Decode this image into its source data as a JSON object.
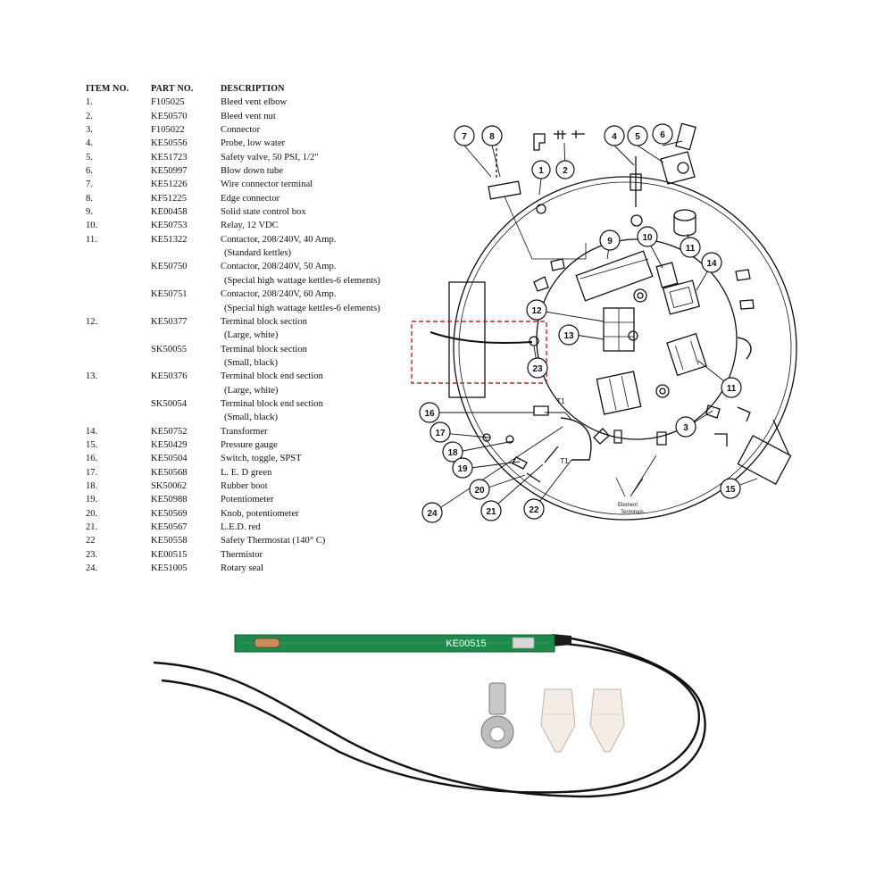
{
  "table": {
    "headers": {
      "item": "ITEM NO.",
      "part": "PART NO.",
      "desc": "DESCRIPTION"
    },
    "rows": [
      {
        "item": "1.",
        "part": "F105025",
        "desc": "Bleed vent elbow"
      },
      {
        "item": "2.",
        "part": "KE50570",
        "desc": "Bleed vent nut"
      },
      {
        "item": "3.",
        "part": "F105022",
        "desc": "Connector"
      },
      {
        "item": "4.",
        "part": "KE50556",
        "desc": "Probe, low water"
      },
      {
        "item": "5.",
        "part": "KE51723",
        "desc": "Safety valve, 50 PSI, 1/2\""
      },
      {
        "item": "6.",
        "part": "KE50997",
        "desc": "Blow down tube"
      },
      {
        "item": "7.",
        "part": "KE51226",
        "desc": "Wire connector terminal"
      },
      {
        "item": "8.",
        "part": "KF51225",
        "desc": "Edge connector"
      },
      {
        "item": "9.",
        "part": "KE00458",
        "desc": "Solid state control box"
      },
      {
        "item": "10.",
        "part": "KE50753",
        "desc": "Relay, 12 VDC"
      },
      {
        "item": "11.",
        "part": "KE51322",
        "desc": "Contactor, 208/240V, 40 Amp."
      },
      {
        "item": "",
        "part": "",
        "desc": "(Standard kettles)"
      },
      {
        "item": "",
        "part": "KE50750",
        "desc": "Contactor, 208/240V, 50 Amp."
      },
      {
        "item": "",
        "part": "",
        "desc": "(Special high wattage kettles-6 elements)"
      },
      {
        "item": "",
        "part": "KE50751",
        "desc": "Contactor, 208/240V, 60 Amp."
      },
      {
        "item": "",
        "part": "",
        "desc": "(Special high wattage kettles-6 elements)"
      },
      {
        "item": "12.",
        "part": "KE50377",
        "desc": "Terminal block section"
      },
      {
        "item": "",
        "part": "",
        "desc": "(Large, white)"
      },
      {
        "item": "",
        "part": "SK50055",
        "desc": "Terminal block section"
      },
      {
        "item": "",
        "part": "",
        "desc": "(Small, black)"
      },
      {
        "item": "13.",
        "part": "KE50376",
        "desc": "Terminal block end section"
      },
      {
        "item": "",
        "part": "",
        "desc": "(Large, white)"
      },
      {
        "item": "",
        "part": "SK50054",
        "desc": "Terminal block end section"
      },
      {
        "item": "",
        "part": "",
        "desc": "(Small, black)"
      },
      {
        "item": "14.",
        "part": "KE50752",
        "desc": "Transformer"
      },
      {
        "item": "15.",
        "part": "KE50429",
        "desc": "Pressure gauge"
      },
      {
        "item": "16.",
        "part": "KE50504",
        "desc": "Switch, toggle, SPST"
      },
      {
        "item": "17.",
        "part": "KE50568",
        "desc": "L. E. D green"
      },
      {
        "item": "18.",
        "part": "SK50062",
        "desc": "Rubber boot"
      },
      {
        "item": "19.",
        "part": "KE50988",
        "desc": "Potentiometer"
      },
      {
        "item": "20.",
        "part": "KE50569",
        "desc": "Knob, potentiometer"
      },
      {
        "item": "21.",
        "part": "KE50567",
        "desc": "L.E.D. red"
      },
      {
        "item": "22",
        "part": "KE50558",
        "desc": "Safety Thermostat (140° C)"
      },
      {
        "item": "23.",
        "part": "KE00515",
        "desc": "Thermistor"
      },
      {
        "item": "24.",
        "part": "KE51005",
        "desc": "Rotary seal"
      }
    ]
  },
  "diagram": {
    "callouts": [
      "1",
      "2",
      "3",
      "4",
      "5",
      "6",
      "7",
      "8",
      "9",
      "10",
      "11",
      "11",
      "12",
      "13",
      "14",
      "15",
      "16",
      "17",
      "18",
      "19",
      "20",
      "21",
      "22",
      "23",
      "24"
    ],
    "inner_labels": [
      "T1",
      "T1"
    ],
    "element_label_line1": "Element",
    "element_label_line2": "Terminals"
  },
  "product": {
    "pcb_label": "KE00515",
    "pcb_color": "#1f8a4c",
    "wire_color": "#111111",
    "highlight_color": "#d22020"
  }
}
